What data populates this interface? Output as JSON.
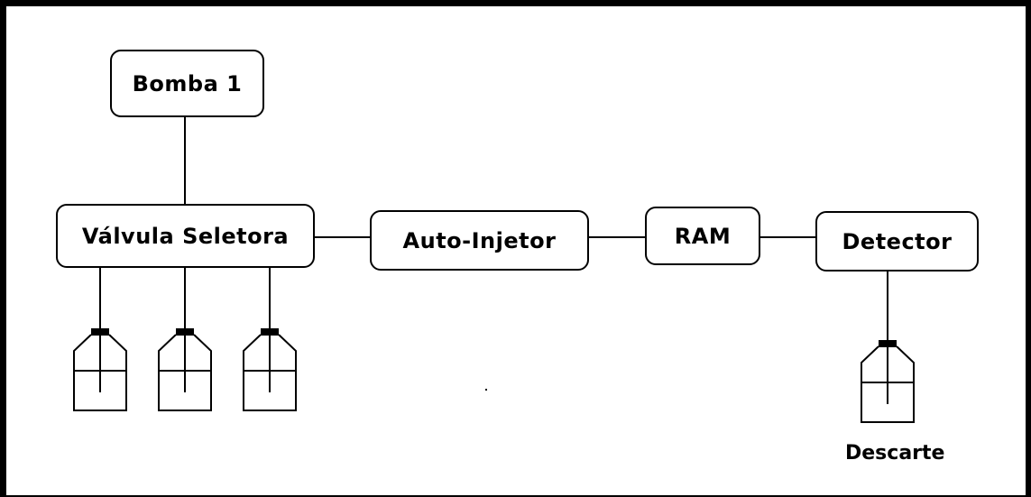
{
  "nodes": {
    "bomba": "Bomba 1",
    "valvula": "Válvula Seletora",
    "autoinjetor": "Auto-Injetor",
    "ram": "RAM",
    "detector": "Detector"
  },
  "captions": {
    "descarte": "Descarte"
  },
  "bottle_icon": "solvent-bottle-icon"
}
